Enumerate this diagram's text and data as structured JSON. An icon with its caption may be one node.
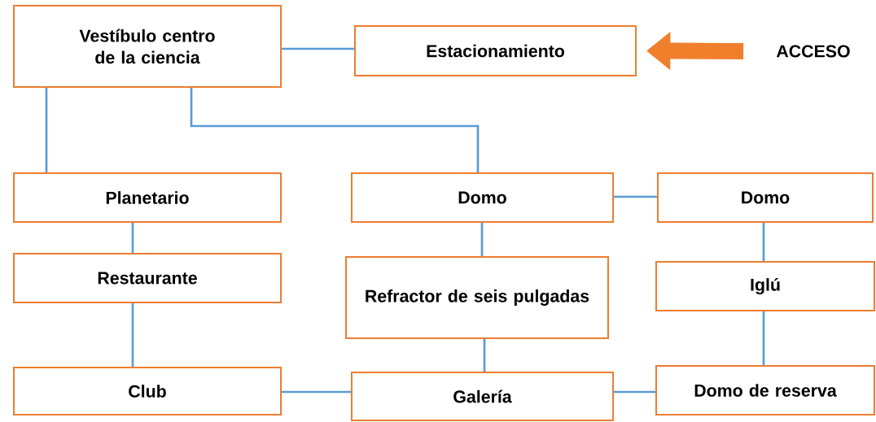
{
  "diagram": {
    "nodes": [
      {
        "text": [
          "Vestíbulo centro de la ciencia"
        ]
      },
      {
        "text": [
          "Estacionamiento"
        ]
      },
      {
        "text": [
          "ACCESO"
        ]
      },
      {
        "text": [
          "Planetario"
        ]
      },
      {
        "text": [
          "Domo"
        ]
      },
      {
        "text": [
          "Domo"
        ]
      },
      {
        "text": [
          "Restaurante"
        ]
      },
      {
        "text": [
          "Refractor de seis pulgadas"
        ]
      },
      {
        "text": [
          "Iglú"
        ]
      },
      {
        "text": [
          "Club"
        ]
      },
      {
        "text": [
          "Galería"
        ]
      },
      {
        "text": [
          "Domo de reserva"
        ]
      }
    ],
    "edges": [
      {
        "from": 0,
        "to": 1,
        "arrow": "none"
      },
      {
        "from": 2,
        "to": 1,
        "arrow": "to",
        "style": "thick",
        "color": "#f07f2c"
      },
      {
        "from": 0,
        "to": 3,
        "arrow": "none"
      },
      {
        "from": 0,
        "to": 4,
        "arrow": "none"
      },
      {
        "from": 4,
        "to": 5,
        "arrow": "none"
      },
      {
        "from": 3,
        "to": 6,
        "arrow": "none"
      },
      {
        "from": 4,
        "to": 7,
        "arrow": "none"
      },
      {
        "from": 5,
        "to": 8,
        "arrow": "none"
      },
      {
        "from": 6,
        "to": 9,
        "arrow": "none"
      },
      {
        "from": 7,
        "to": 10,
        "arrow": "none"
      },
      {
        "from": 8,
        "to": 11,
        "arrow": "none"
      },
      {
        "from": 9,
        "to": 10,
        "arrow": "none"
      },
      {
        "from": 10,
        "to": 11,
        "arrow": "none"
      }
    ]
  }
}
